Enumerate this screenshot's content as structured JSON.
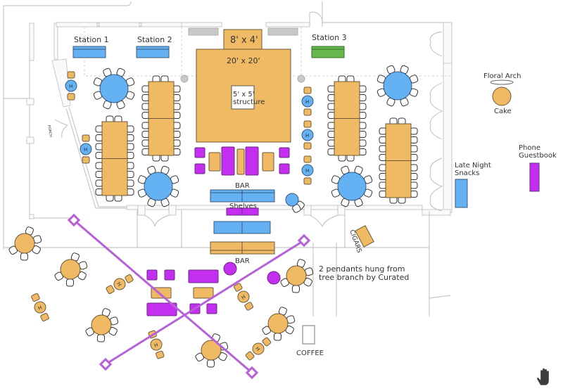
{
  "title": "Event floor plan",
  "colors": {
    "table_orange": "#f0b963",
    "table_blue": "#64b1f4",
    "station_green": "#66b84d",
    "lounge_purple": "#c42ef0",
    "pendant_line": "#b760d8",
    "wall": "#c8c8c8"
  },
  "labels": {
    "station1": "Station 1",
    "station2": "Station 2",
    "station3": "Station 3",
    "stage_small": "8' x 4'",
    "dance_floor": "20' x 20'",
    "structure_line1": "5' x 5'",
    "structure_line2": "structure",
    "bar_inside": "BAR",
    "shelves": "Shelves",
    "bar_outside": "BAR",
    "floral_arch": "Floral Arch",
    "cake": "Cake",
    "phone_line1": "Phone",
    "phone_line2": "Guestbook",
    "late_line1": "Late Night",
    "late_line2": "Snacks",
    "cigars": "CIGARS",
    "coffee": "COFFEE",
    "pendants_line1": "2 pendants hung from",
    "pendants_line2": "tree branch by Curated",
    "porch": "PORCH",
    "highboy": "H"
  },
  "tools": {
    "pan_tool": "hand-pan-icon"
  }
}
